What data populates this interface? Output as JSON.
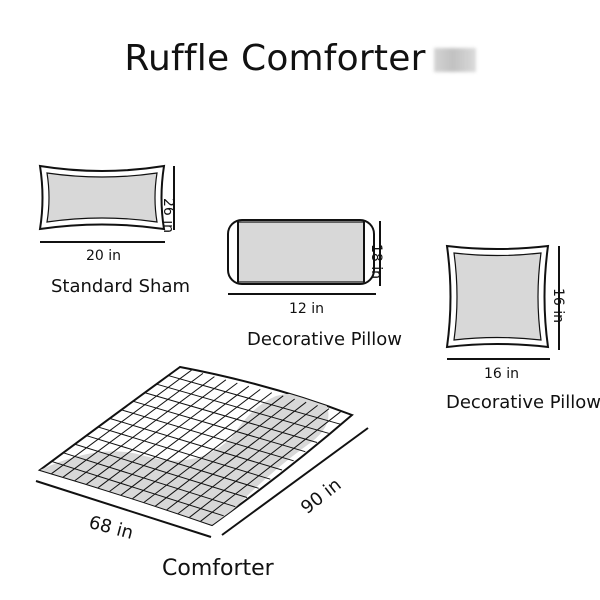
{
  "title": "Ruffle Comforter",
  "items": {
    "standard_sham": {
      "name": "Standard Sham",
      "width_label": "20 in",
      "height_label": "26 in"
    },
    "decorative_pillow_rect": {
      "name": "Decorative Pillow",
      "width_label": "12 in",
      "height_label": "18 in"
    },
    "decorative_pillow_square": {
      "name": "Decorative Pillow",
      "width_label": "16 in",
      "height_label": "16 in"
    },
    "comforter": {
      "name": "Comforter",
      "width_label": "68 in",
      "depth_label": "90 in"
    }
  },
  "colors": {
    "fill": "#d8d8d8",
    "stroke": "#111111",
    "grid": "#111111"
  }
}
